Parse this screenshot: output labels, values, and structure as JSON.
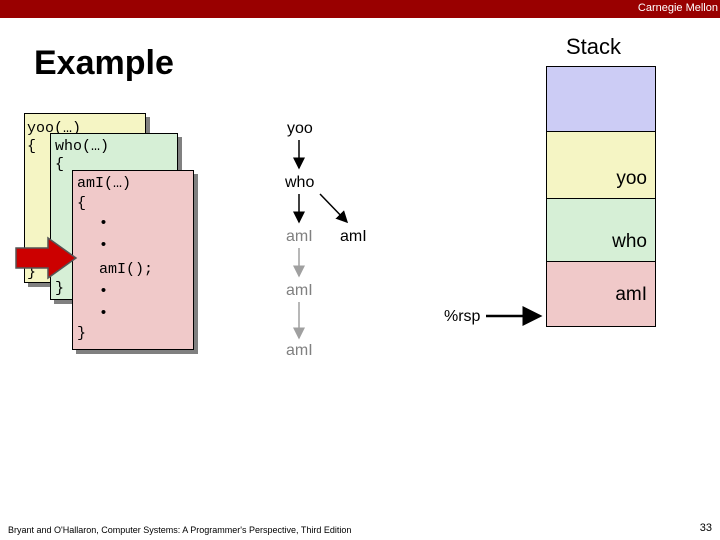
{
  "header": {
    "org": "Carnegie Mellon",
    "title": "Example"
  },
  "colors": {
    "brand_bar": "#990000",
    "yoo_frame": "#f5f5c4",
    "who_frame": "#d6efd6",
    "ami_frame": "#f0c9c9",
    "stack_top": "#ccccf5",
    "arrow_red": "#cc0000"
  },
  "code": {
    "yoo": [
      "yoo(…)",
      "{",
      " ",
      " ",
      " ",
      " ",
      " ",
      " ",
      "}"
    ],
    "who": [
      "who(…)",
      "{",
      " ",
      " ",
      " ",
      " ",
      " ",
      "}"
    ],
    "ami": [
      "amI(…)",
      "{",
      "  •",
      "  •",
      "  amI();",
      "  •",
      "  •",
      "}"
    ]
  },
  "call_tree": {
    "yoo": "yoo",
    "who": "who",
    "ami1": "amI",
    "ami2": "amI",
    "ami3": "amI",
    "ami4": "amI"
  },
  "stack": {
    "label": "Stack",
    "cells": [
      "",
      "yoo",
      "who",
      "amI"
    ],
    "rsp": "%rsp"
  },
  "footer": {
    "citation": "Bryant and O'Hallaron, Computer Systems: A Programmer's Perspective, Third Edition",
    "page": "33"
  },
  "icons": {
    "pointer": "red-arrow-icon"
  }
}
